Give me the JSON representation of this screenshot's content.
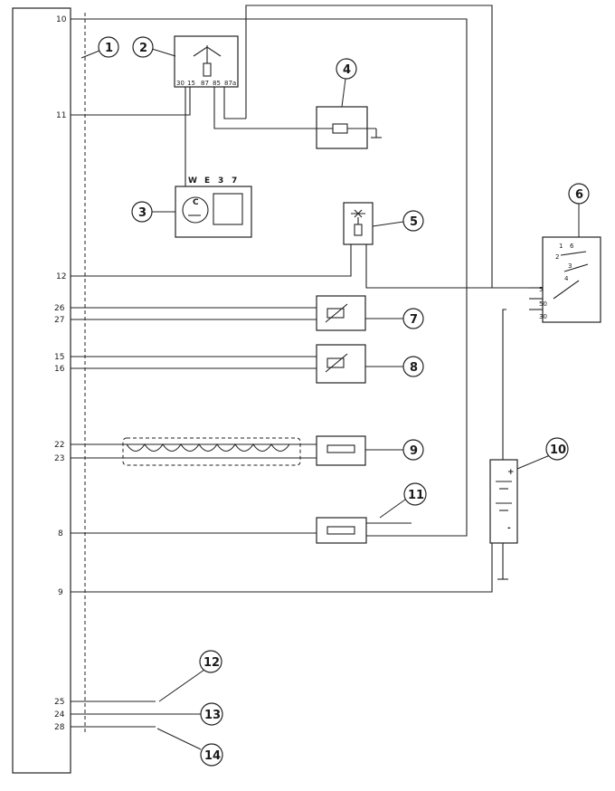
{
  "ecu_pins": [
    {
      "id": "p10",
      "label": "10"
    },
    {
      "id": "p11",
      "label": "11"
    },
    {
      "id": "p12",
      "label": "12"
    },
    {
      "id": "p26",
      "label": "26"
    },
    {
      "id": "p27",
      "label": "27"
    },
    {
      "id": "p15",
      "label": "15"
    },
    {
      "id": "p16",
      "label": "16"
    },
    {
      "id": "p22",
      "label": "22"
    },
    {
      "id": "p23",
      "label": "23"
    },
    {
      "id": "p8",
      "label": "8"
    },
    {
      "id": "p9",
      "label": "9"
    },
    {
      "id": "p25",
      "label": "25"
    },
    {
      "id": "p24",
      "label": "24"
    },
    {
      "id": "p28",
      "label": "28"
    }
  ],
  "callouts": [
    "1",
    "2",
    "3",
    "4",
    "5",
    "6",
    "7",
    "8",
    "9",
    "10",
    "11",
    "12",
    "13",
    "14"
  ],
  "relay_terminals": [
    "30",
    "15",
    "87",
    "85",
    "87a"
  ],
  "gauge_terminals": [
    "W",
    "E",
    "3",
    "7"
  ],
  "gauge_symbol": "C",
  "switch_terminals": [
    "1",
    "6",
    "2",
    "3",
    "4",
    "5",
    "50",
    "30"
  ],
  "battery_signs": [
    "+",
    "-"
  ]
}
